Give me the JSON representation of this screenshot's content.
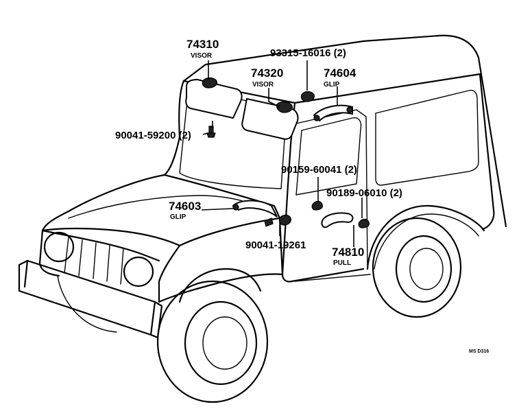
{
  "callouts": {
    "visor_front": {
      "number": "74310",
      "name": "VISOR"
    },
    "visor_rear": {
      "number": "74320",
      "name": "VISOR"
    },
    "screw_visor": {
      "number": "93315-16016 (2)"
    },
    "grip_rear": {
      "number": "74604",
      "name": "GLIP"
    },
    "screw_side": {
      "number": "90041-59200 (2)"
    },
    "plug_door": {
      "number": "90159-60041 (2)"
    },
    "plug_pull": {
      "number": "90189-06010 (2)"
    },
    "grip_front": {
      "number": "74603",
      "name": "GLIP"
    },
    "screw_grip": {
      "number": "90041-19261"
    },
    "pull": {
      "number": "74810",
      "name": "PULL"
    }
  },
  "reference_code": "MS D316"
}
